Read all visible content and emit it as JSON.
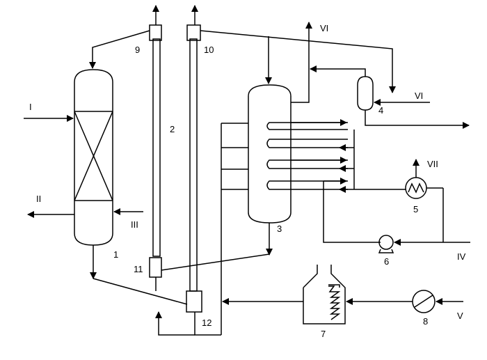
{
  "streams": {
    "s1": "I",
    "s2": "II",
    "s3": "III",
    "s4": "IV",
    "s5": "V",
    "s6_top": "VI",
    "s6_right": "VI",
    "s7": "VII"
  },
  "units": {
    "u1": "1",
    "u2": "2",
    "u3": "3",
    "u4": "4",
    "u5": "5",
    "u6": "6",
    "u7": "7",
    "u8": "8",
    "u9": "9",
    "u10": "10",
    "u11": "11",
    "u12": "12"
  },
  "colors": {
    "line": "#000000",
    "background": "#ffffff"
  }
}
